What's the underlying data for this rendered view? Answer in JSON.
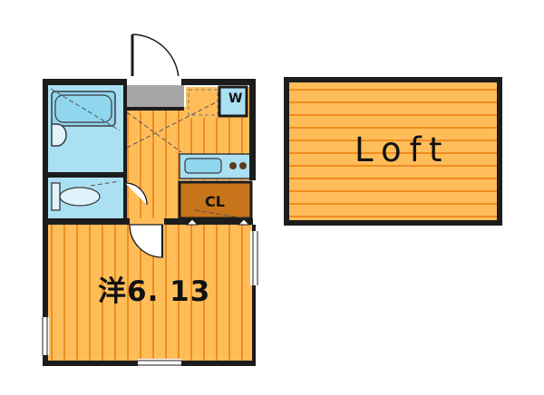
{
  "plan": {
    "rooms": {
      "main": {
        "label": "洋6. 13"
      },
      "closet": {
        "label": "CL"
      },
      "washer": {
        "label": "W"
      },
      "loft": {
        "label": "Loft"
      }
    },
    "colors": {
      "floor_orange": "#ffbd5a",
      "stripe": "#f08c20",
      "wall": "#1c1c1c",
      "bath": "#aae0f2",
      "bath_tub": "#8fd6ee",
      "entrance_gray": "#a6a6a6",
      "closet_brown": "#c8741a"
    }
  }
}
